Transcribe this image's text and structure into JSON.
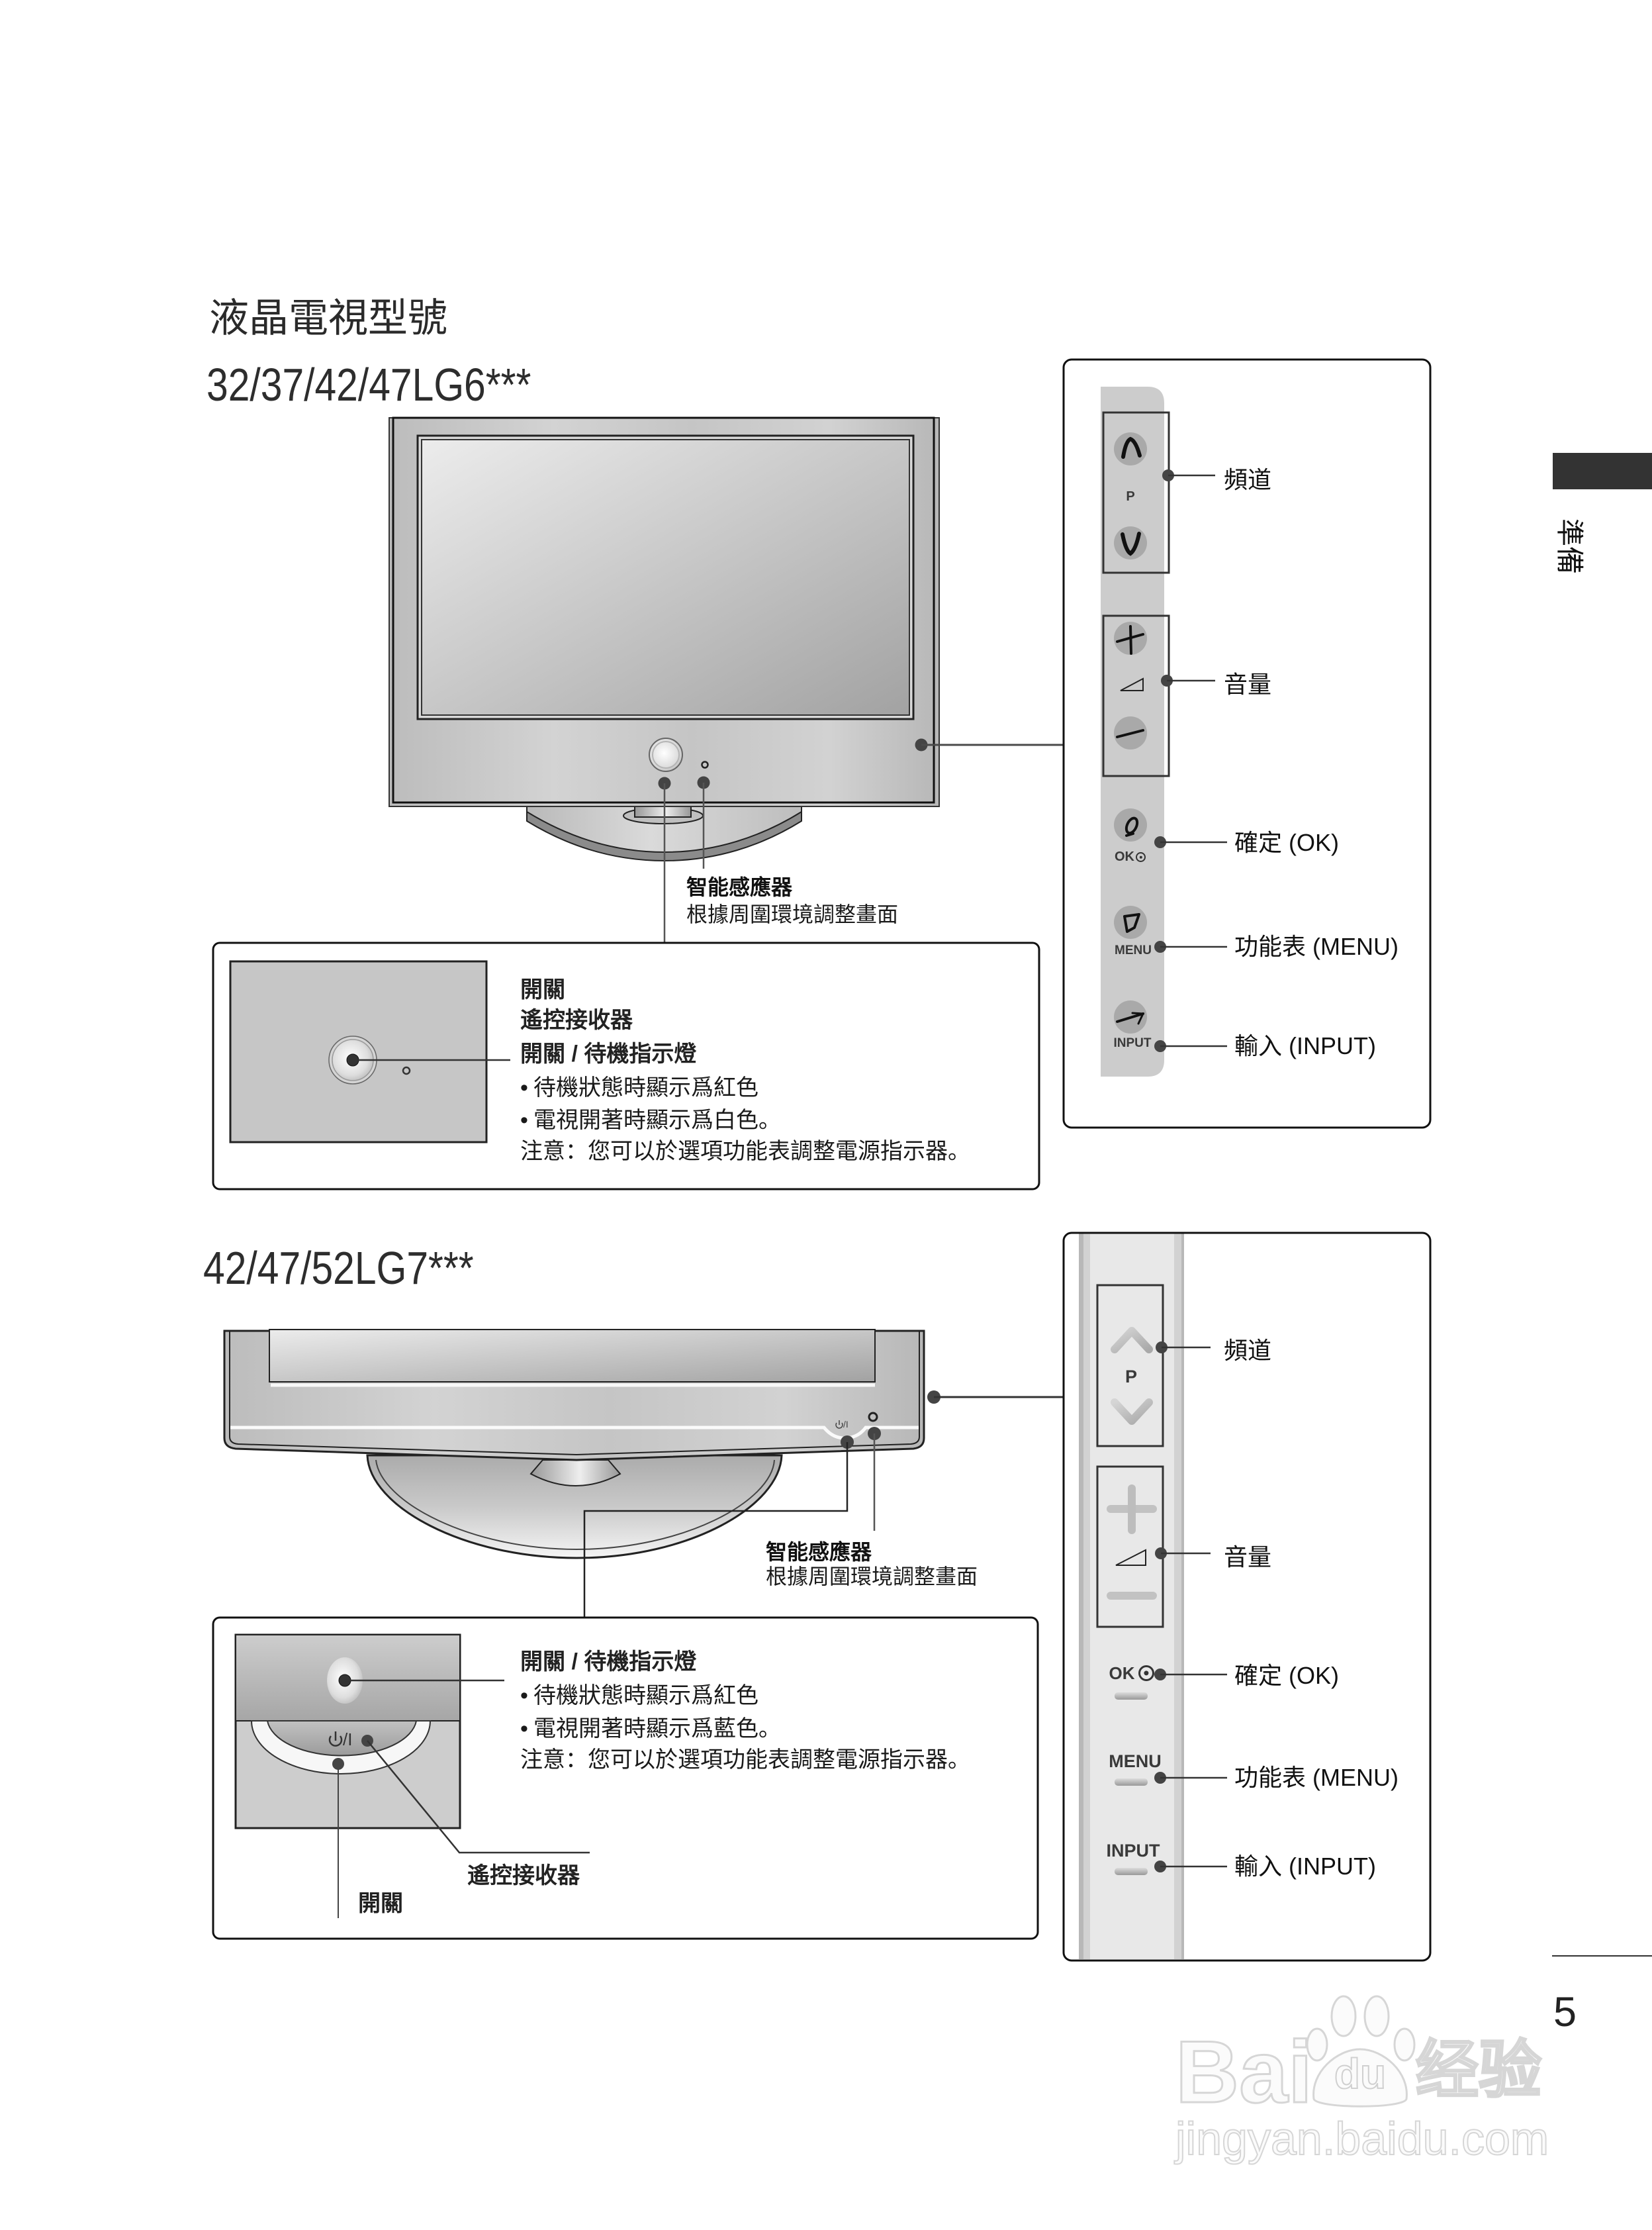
{
  "page": {
    "title": "液晶電視型號",
    "section_tab": "準備",
    "page_number": "5",
    "bullet": "•"
  },
  "models": [
    {
      "name": "32/37/42/47LG6***",
      "front_sensor": {
        "title": "智能感應器",
        "description": "根據周圍環境調整畫面"
      },
      "detail_box": {
        "power_label": "開關",
        "remote_receiver_label": "遙控接收器",
        "indicator_title": "開關 / 待機指示燈",
        "bullets": [
          "待機狀態時顯示爲紅色",
          "電視開著時顯示爲白色。"
        ],
        "note": "注意：您可以於選項功能表調整電源指示器。"
      },
      "side_controls": {
        "channel": {
          "label": "頻道",
          "key_text": "P",
          "icons": [
            "chevron-up-icon",
            "chevron-down-icon"
          ]
        },
        "volume": {
          "label": "音量",
          "icons": [
            "plus-icon",
            "volume-ramp-icon",
            "minus-icon"
          ]
        },
        "ok": {
          "label": "確定 (OK)",
          "key_text": "OK",
          "icon": "ok-target-icon"
        },
        "menu": {
          "label": "功能表 (MENU)",
          "key_text": "MENU",
          "icon": "menu-icon"
        },
        "input": {
          "label": "輸入 (INPUT)",
          "key_text": "INPUT",
          "icon": "input-arrow-icon"
        }
      }
    },
    {
      "name": "42/47/52LG7***",
      "power_symbol_label": "/I",
      "front_sensor": {
        "title": "智能感應器",
        "description": "根據周圍環境調整畫面"
      },
      "detail_box": {
        "indicator_title": "開關 / 待機指示燈",
        "bullets": [
          "待機狀態時顯示爲紅色",
          "電視開著時顯示爲藍色。"
        ],
        "note": "注意：您可以於選項功能表調整電源指示器。",
        "remote_receiver_label": "遙控接收器",
        "power_label": "開關",
        "power_symbol_label": "/I"
      },
      "side_controls": {
        "channel": {
          "label": "頻道",
          "key_text": "P",
          "icons": [
            "chevron-up-icon",
            "chevron-down-icon"
          ]
        },
        "volume": {
          "label": "音量",
          "icons": [
            "plus-icon",
            "volume-ramp-icon",
            "minus-icon"
          ]
        },
        "ok": {
          "label": "確定 (OK)",
          "key_text": "OK",
          "icon": "ok-target-icon"
        },
        "menu": {
          "label": "功能表 (MENU)",
          "key_text": "MENU"
        },
        "input": {
          "label": "輸入 (INPUT)",
          "key_text": "INPUT"
        }
      }
    }
  ],
  "colors": {
    "text": "#1c1c1c",
    "section_tab": "#333333",
    "callout_dot": "#444444",
    "panel_strip_lg6": "#cccccc",
    "panel_strip_lg7": "#e8e8e8",
    "tv_body": "#c8c8c8"
  },
  "watermark": {
    "brand_left": "Bai",
    "brand_paw": "du",
    "brand_cn": "经验",
    "url": "jingyan.baidu.com"
  }
}
